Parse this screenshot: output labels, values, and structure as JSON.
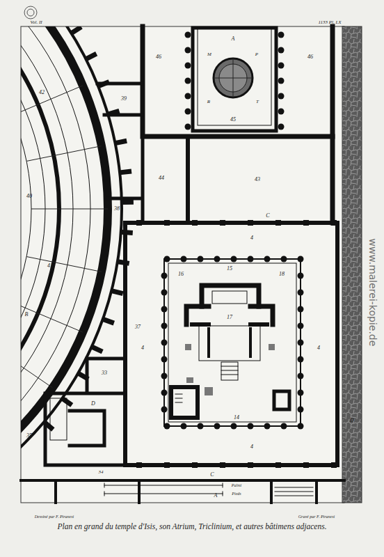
{
  "diagram": {
    "caption": "Plan en grand du temple d'Isis, son Atrium, Triclinium, et autres bâtimens adjacens.",
    "nodes": [
      {
        "text": [
          "46",
          "46"
        ]
      },
      {
        "text": [
          "A",
          "45"
        ],
        "in": 0
      },
      {
        "text": [
          "43"
        ]
      },
      {
        "text": [
          "4",
          "4",
          "4",
          "4"
        ]
      },
      {
        "text": [
          "15",
          "16",
          "18",
          "14"
        ],
        "in": 3
      },
      {
        "text": [
          "17"
        ],
        "in": 4
      },
      {
        "text": [
          "33"
        ]
      },
      {
        "text": [
          "D"
        ]
      }
    ],
    "edges": [],
    "labels": [
      "Vol. II",
      "1133 Pl. LX",
      "42",
      "40",
      "41",
      "B",
      "39",
      "38",
      "37",
      "M",
      "P",
      "T",
      "R",
      "44",
      "C",
      "35",
      "34",
      "C",
      "D",
      "A",
      "Palmi",
      "Pieds",
      "Dessiné par F. Piranesi",
      "Gravé par F. Piranesi",
      "www.malerei-kopie.de"
    ]
  }
}
